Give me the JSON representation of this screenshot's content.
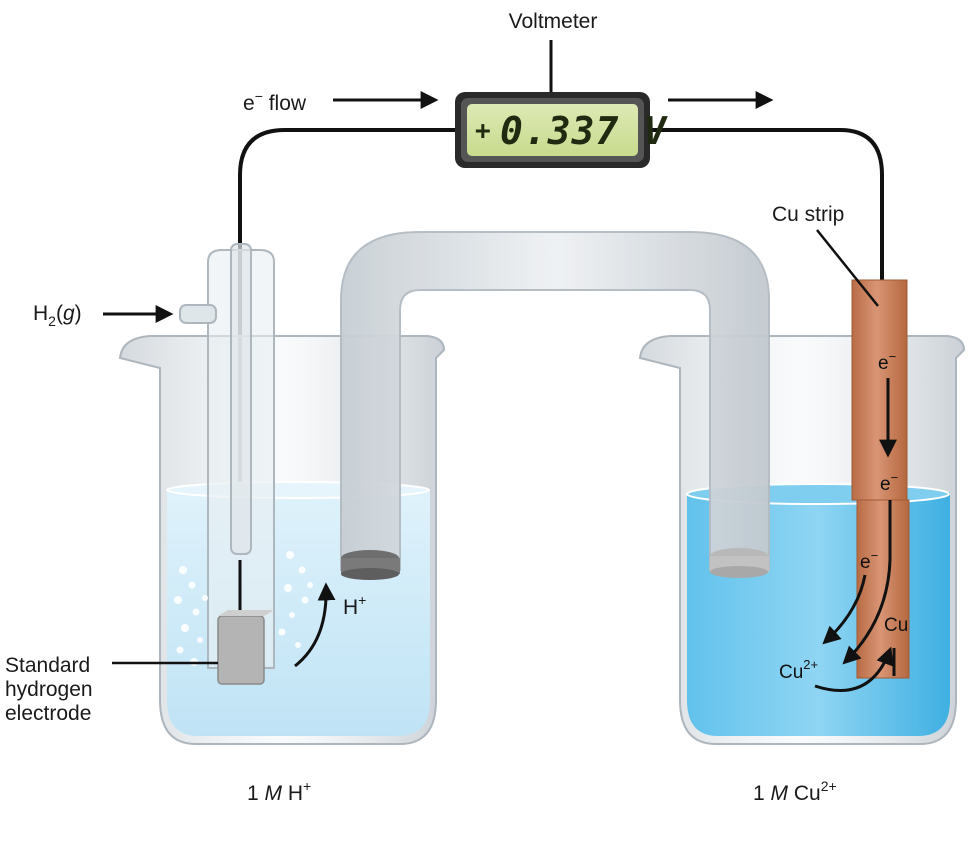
{
  "voltmeter": {
    "label": "Voltmeter",
    "sign": "+",
    "reading": "0.337 V"
  },
  "electron_flow": {
    "base": "e",
    "sup": "−",
    "suffix": " flow"
  },
  "h2_gas": {
    "base": "H",
    "sub": "2",
    "paren_open": "(",
    "italic": "g",
    "paren_close": ")"
  },
  "cu_strip_label": "Cu strip",
  "she_label": {
    "line1": "Standard",
    "line2": "hydrogen",
    "line3": "electrode"
  },
  "h_plus": {
    "base": "H",
    "sup": "+"
  },
  "copper_electrode": {
    "electron_base": "e",
    "electron_sup": "−",
    "metal": "Cu",
    "ion_base": "Cu",
    "ion_sup": "2+"
  },
  "left_solution": {
    "conc": "1 ",
    "unit": "M",
    "species": " H",
    "sup": "+"
  },
  "right_solution": {
    "conc": "1 ",
    "unit": "M",
    "species": " Cu",
    "sup": "2+"
  },
  "colors": {
    "left_solution": "#d2ecf8",
    "right_solution": "#4cb8e8",
    "copper": "#cf8660",
    "lcd_screen": "#d4e5a0",
    "wire": "#111111"
  }
}
